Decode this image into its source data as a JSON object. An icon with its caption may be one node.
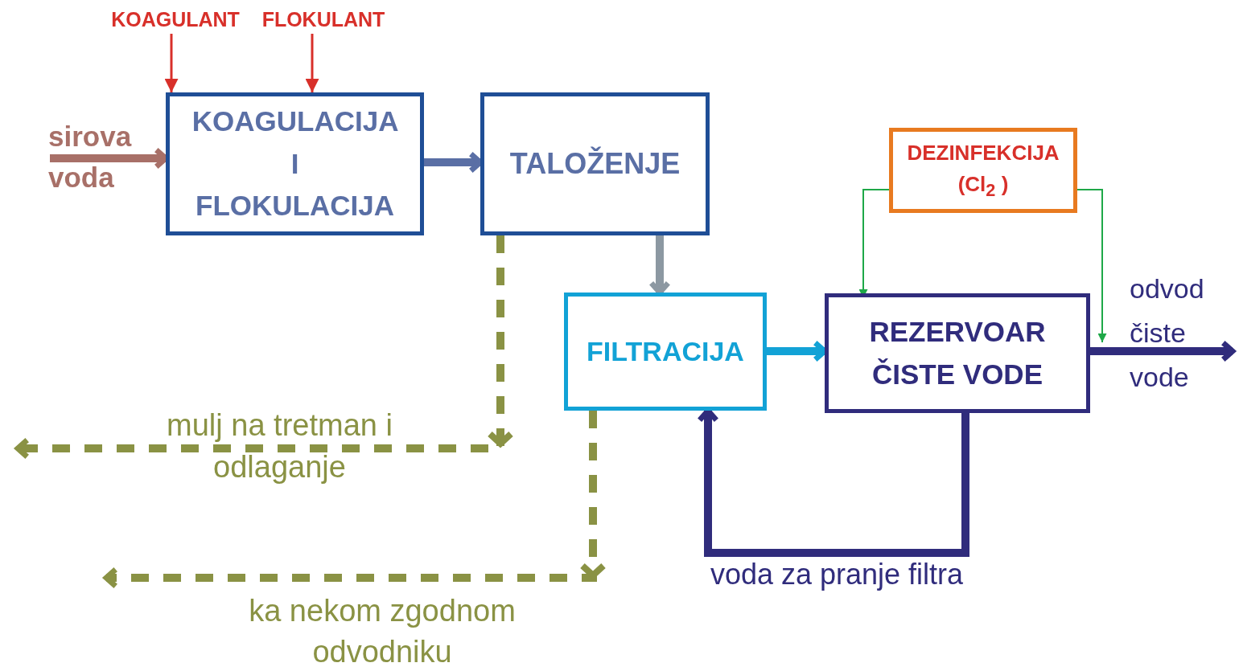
{
  "diagram": {
    "nodes": [
      {
        "text": [
          "KOAGULANT"
        ]
      },
      {
        "text": [
          "FLOKULANT"
        ]
      },
      {
        "text": [
          "KOAGULACIJA I FLOKULACIJA"
        ]
      },
      {
        "text": [
          "TALOŽENJE"
        ]
      },
      {
        "text": [
          "FILTRACIJA"
        ]
      },
      {
        "text": [
          "REZERVOAR ČISTE VODE"
        ]
      },
      {
        "text": [
          "DEZINFEKCIJA (Cl$_{2}$ )"
        ]
      }
    ],
    "edges": [
      {
        "from": 0,
        "to": 2,
        "arrow": "to",
        "color": "#d8302a"
      },
      {
        "from": 1,
        "to": 2,
        "arrow": "to",
        "color": "#d8302a"
      },
      {
        "from": null,
        "to": 2,
        "arrow": "to",
        "color": "#a87068",
        "label": "sirova voda"
      },
      {
        "from": 2,
        "to": 3,
        "arrow": "to",
        "color": "#5a6fa5"
      },
      {
        "from": 3,
        "to": 4,
        "arrow": "to",
        "color": "#8c98a2"
      },
      {
        "from": 3,
        "to": null,
        "arrow": "to",
        "style": "dashed",
        "color": "#8a9244",
        "label": "mulj na tretman i odlaganje"
      },
      {
        "from": 4,
        "to": null,
        "arrow": "to",
        "style": "dashed",
        "color": "#8a9244",
        "label": "ka nekom zgodnom odvodniku"
      },
      {
        "from": 4,
        "to": 5,
        "arrow": "to",
        "color": "#12a2d6"
      },
      {
        "from": 6,
        "to": 5,
        "arrow": "to",
        "color": "#1ea848"
      },
      {
        "from": 6,
        "to": 5,
        "arrow": "to",
        "color": "#1ea848"
      },
      {
        "from": 5,
        "to": 4,
        "arrow": "to",
        "color": "#302c7c",
        "label": "voda za pranje filtra"
      },
      {
        "from": 5,
        "to": null,
        "arrow": "to",
        "color": "#302c7c",
        "label": "odvod čiste vode"
      }
    ]
  }
}
